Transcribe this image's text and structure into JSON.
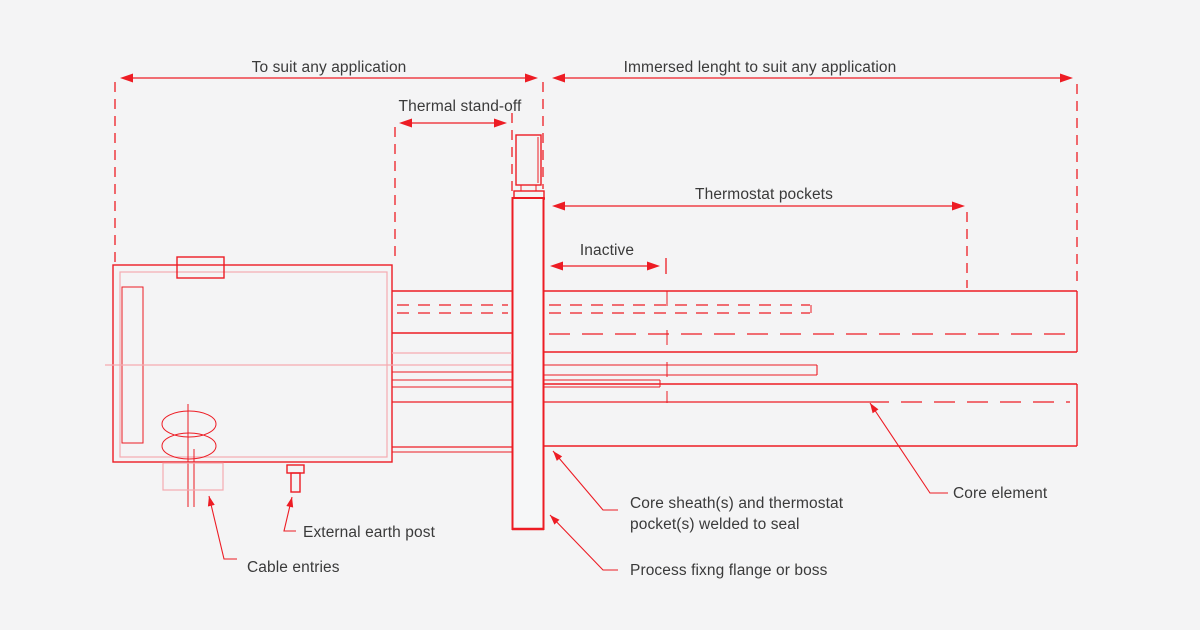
{
  "colors": {
    "line": "#ed1c24",
    "line_light": "#f5aab0",
    "text": "#3a3a3a",
    "background": "#f4f4f5"
  },
  "labels": {
    "dim_terminal": "To suit any application",
    "dim_immersed": "Immersed lenght to suit any application",
    "dim_standoff": "Thermal stand-off",
    "dim_pockets": "Thermostat pockets",
    "dim_inactive": "Inactive",
    "earth_post": "External earth post",
    "cable_entries": "Cable entries",
    "core_sheath_line1": "Core sheath(s) and thermostat",
    "core_sheath_line2": "pocket(s) welded to seal",
    "process_flange": "Process fixng flange or boss",
    "core_element": "Core element"
  }
}
